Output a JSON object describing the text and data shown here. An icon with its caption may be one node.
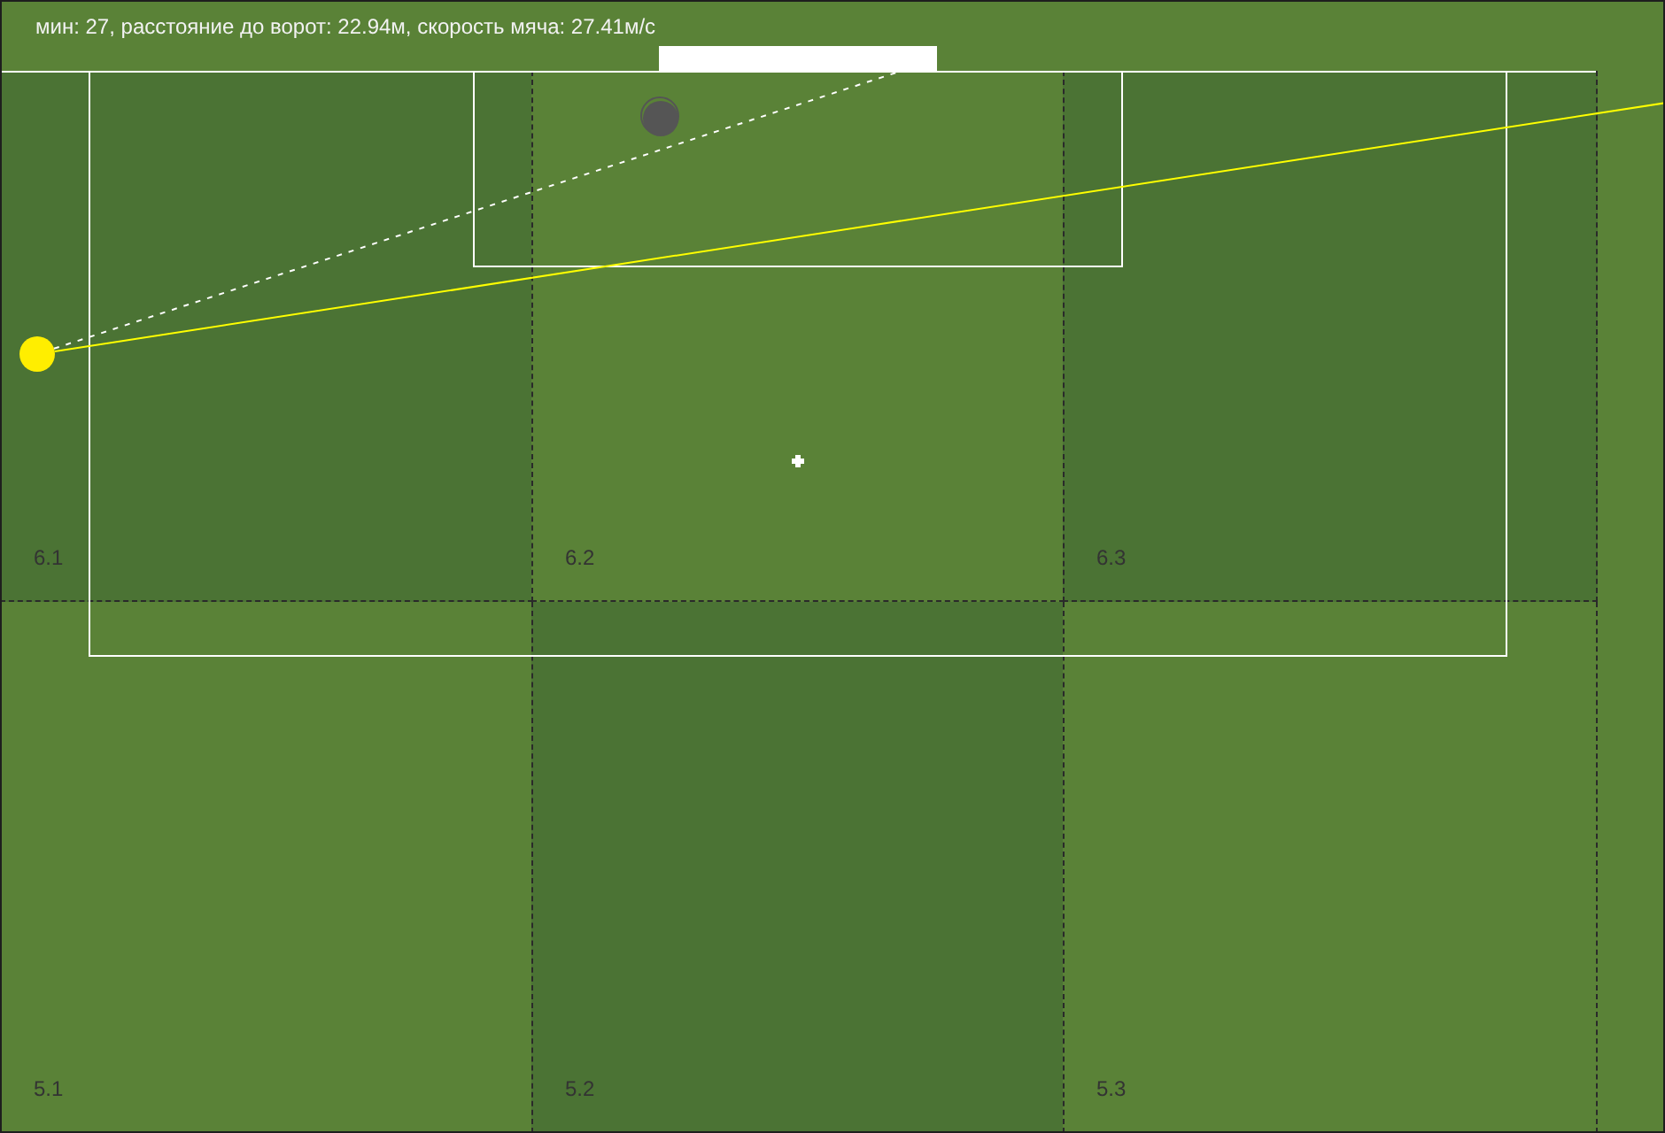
{
  "diagram": {
    "title": "мин: 27, расстояние до ворот: 22.94м, скорость мяча: 27.41м/с",
    "nodes": [
      {
        "text": [],
        "shape": "bar"
      },
      {
        "text": [
          "6.1"
        ]
      },
      {
        "text": [
          "6.2"
        ]
      },
      {
        "text": [
          "6.3"
        ]
      },
      {
        "text": [
          "5.1"
        ]
      },
      {
        "text": [
          "5.2"
        ]
      },
      {
        "text": [
          "5.3"
        ]
      },
      {
        "text": [],
        "shape": "circle",
        "in": 2
      },
      {
        "text": [],
        "shape": "circle",
        "in": 1
      }
    ],
    "edges": [
      {
        "from": 8,
        "to": 0,
        "arrow": "none",
        "style": "dashed",
        "color": "#ffffff"
      },
      {
        "from": 8,
        "to": null,
        "arrow": "none",
        "color": "#ffff00"
      }
    ]
  }
}
